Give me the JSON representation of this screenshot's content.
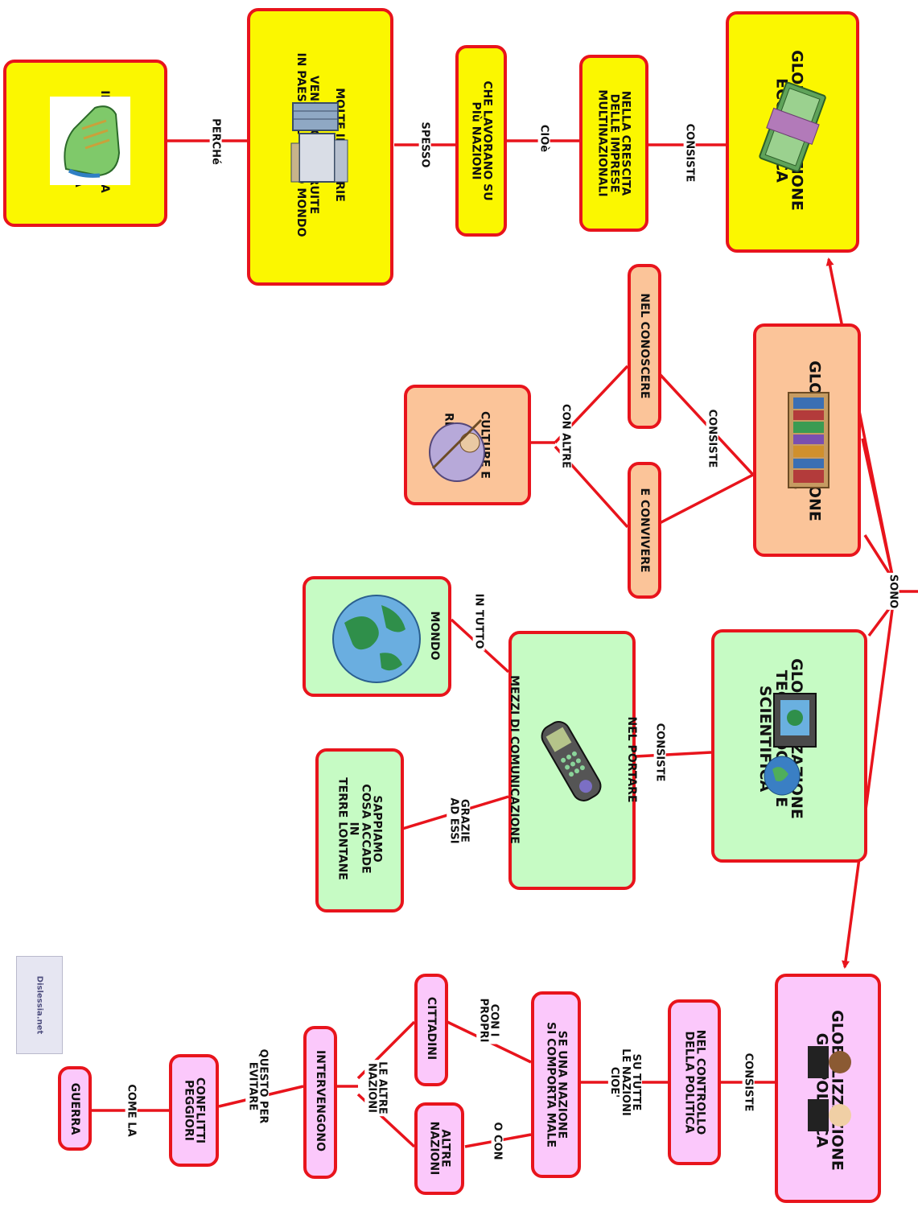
{
  "nodes": {
    "eco_title": "GLOBALIZZAZIONE\nECONOMICA",
    "eco_1": "NELLA CRESCITA\nDELLE IMPRESE\nMULTINAZIONALI",
    "eco_2": "CHE LAVORANO SU\nPIù NAZIONI",
    "eco_3": "MOLTE INDUSTRIE\n\nVENGONO COSTRUITE\nIN PAESI DEL  TERSO MONDO",
    "eco_4": "IL COSTO DELLA\n\nMANODOPERA\nè PIù BASSO",
    "cul_title": "GLOBALIZZAZIONE\nCULTURALE",
    "cul_1": "NEL CONOSCERE",
    "cul_2": "E CONVIVERE",
    "cul_3": "CULTURE E\n\nRELIGIONI",
    "tec_title": "GLOBALIZZAZIONE\nTECNOLOGICA E\nSCIENTIFICA",
    "tec_1": "NEL PORTARE\n\nMEZZI DI COMUNICAZIONE",
    "tec_2": "MONDO",
    "tec_3": "SAPPIAMO\nCOSA ACCADE\nIN\nTERRE LONTANE",
    "geo_title": "GLOBALIZZAZIONE\nGEOPOLITICA",
    "geo_1": "NEL CONTROLLO\nDELLA POLITICA",
    "geo_2": "SE UNA NAZIONE\nSI COMPORTA MALE",
    "geo_3": "CITTADINI",
    "geo_4": "ALTRE\nNAZIONI",
    "geo_5": "INTERVENGONO",
    "geo_6": "CONFLITTI\nPEGGIORI",
    "geo_7": "GUERRA"
  },
  "links": {
    "sono": "SONO",
    "eco_consiste": "CONSISTE",
    "eco_cioe": "CIOè",
    "eco_spesso": "SPESSO",
    "eco_perche": "PERCHé",
    "cul_consiste": "CONSISTE",
    "cul_con_altre": "CON ALTRE",
    "tec_consiste": "CONSISTE",
    "tec_in_tutto": "IN TUTTO",
    "tec_grazie": "GRAZIE\nAD ESSI",
    "geo_consiste": "CONSISTE",
    "geo_su_tutte": "SU TUTTE\nLE NAZIONI\nCIOE'",
    "geo_con_propri": "CON I\nPROPRI",
    "geo_o_con": "O CON",
    "geo_le_altre": "LE ALTRE\nNAZIONI",
    "geo_questo": "QUESTO PER\nEVITARE",
    "geo_come_la": "COME LA"
  },
  "colors": {
    "line": "#e8141c",
    "yellow": "#fbf700",
    "orange": "#fbc499",
    "green": "#c6fbc4",
    "pink": "#fbc8fb"
  },
  "icons": [
    "money-icon",
    "shoe-icon",
    "factory-icon",
    "bookshelf-icon",
    "monk-icon",
    "globe-icon",
    "laptop-icon",
    "cellphone-icon",
    "politicians-icon",
    "dislessia-logo-icon"
  ],
  "watermark": "Dislessia.net"
}
